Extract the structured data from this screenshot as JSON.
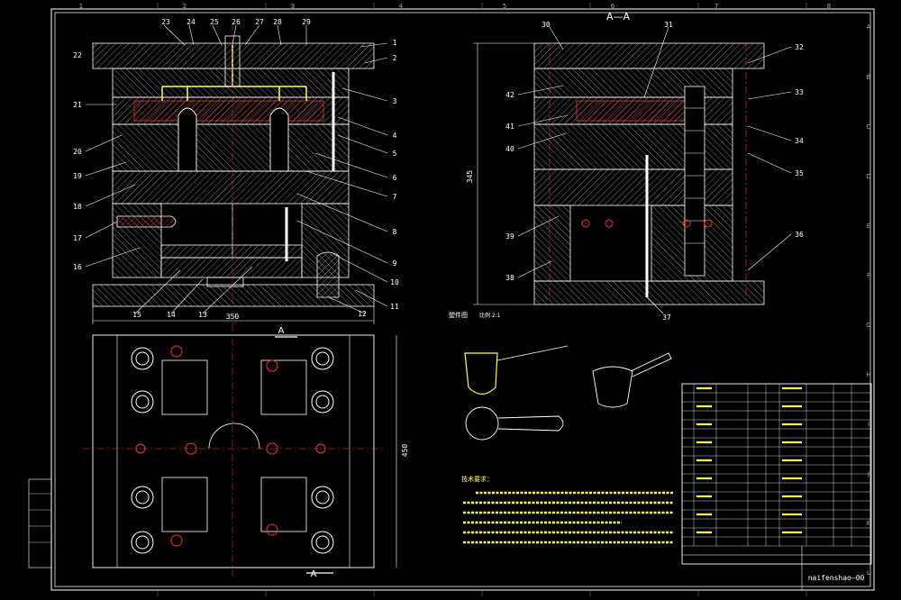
{
  "sheet": {
    "zone_cols": [
      "1",
      "2",
      "3",
      "4",
      "5",
      "6",
      "7",
      "8"
    ],
    "zone_rows": [
      "A",
      "B",
      "C",
      "D",
      "E",
      "F",
      "G",
      "H",
      "I",
      "J",
      "K",
      "L"
    ]
  },
  "front_view": {
    "callouts_top": [
      "23",
      "24",
      "25",
      "26",
      "27",
      "28",
      "29"
    ],
    "callouts_right": [
      "1",
      "2",
      "3",
      "4",
      "5",
      "6",
      "7",
      "8",
      "9",
      "10",
      "11",
      "12"
    ],
    "callouts_left": [
      "22",
      "21",
      "20",
      "19",
      "18",
      "17",
      "16"
    ],
    "callouts_bottom": [
      "15",
      "14",
      "13"
    ],
    "width_dim": "350"
  },
  "section_view": {
    "title": "A—A",
    "callouts_top": [
      "30",
      "31"
    ],
    "callouts_left": [
      "42",
      "41",
      "40",
      "39",
      "38"
    ],
    "callouts_right": [
      "32",
      "33",
      "34",
      "35",
      "36"
    ],
    "callout_bottom": "37",
    "height_dim": "345"
  },
  "plan_view": {
    "section_mark": "A",
    "height_dim": "450"
  },
  "part_view": {
    "label": "塑件图",
    "scale": "比例 2:1"
  },
  "notes": {
    "title": "技术要求："
  },
  "title_block": {
    "drawing_no": "naifenshao—00"
  }
}
